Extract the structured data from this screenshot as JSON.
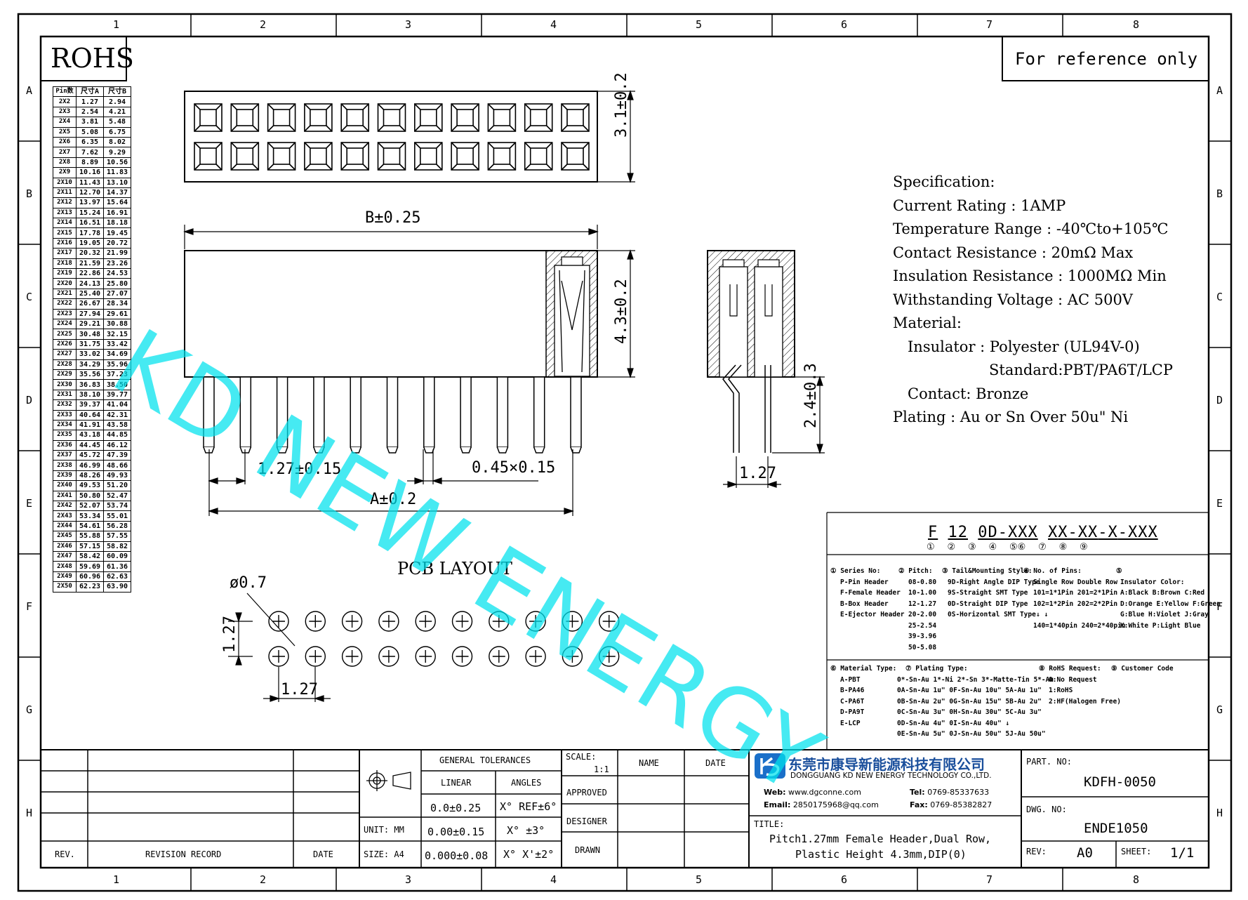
{
  "border": {
    "columns": [
      "1",
      "2",
      "3",
      "4",
      "5",
      "6",
      "7",
      "8"
    ],
    "rows": [
      "A",
      "B",
      "C",
      "D",
      "E",
      "F",
      "G",
      "H"
    ]
  },
  "rohs_label": "ROHS",
  "reference_note": "For reference only",
  "pin_table": {
    "headers": [
      "Pin数",
      "尺寸A",
      "尺寸B"
    ],
    "rows": [
      [
        "2X2",
        "1.27",
        "2.94"
      ],
      [
        "2X3",
        "2.54",
        "4.21"
      ],
      [
        "2X4",
        "3.81",
        "5.48"
      ],
      [
        "2X5",
        "5.08",
        "6.75"
      ],
      [
        "2X6",
        "6.35",
        "8.02"
      ],
      [
        "2X7",
        "7.62",
        "9.29"
      ],
      [
        "2X8",
        "8.89",
        "10.56"
      ],
      [
        "2X9",
        "10.16",
        "11.83"
      ],
      [
        "2X10",
        "11.43",
        "13.10"
      ],
      [
        "2X11",
        "12.70",
        "14.37"
      ],
      [
        "2X12",
        "13.97",
        "15.64"
      ],
      [
        "2X13",
        "15.24",
        "16.91"
      ],
      [
        "2X14",
        "16.51",
        "18.18"
      ],
      [
        "2X15",
        "17.78",
        "19.45"
      ],
      [
        "2X16",
        "19.05",
        "20.72"
      ],
      [
        "2X17",
        "20.32",
        "21.99"
      ],
      [
        "2X18",
        "21.59",
        "23.26"
      ],
      [
        "2X19",
        "22.86",
        "24.53"
      ],
      [
        "2X20",
        "24.13",
        "25.80"
      ],
      [
        "2X21",
        "25.40",
        "27.07"
      ],
      [
        "2X22",
        "26.67",
        "28.34"
      ],
      [
        "2X23",
        "27.94",
        "29.61"
      ],
      [
        "2X24",
        "29.21",
        "30.88"
      ],
      [
        "2X25",
        "30.48",
        "32.15"
      ],
      [
        "2X26",
        "31.75",
        "33.42"
      ],
      [
        "2X27",
        "33.02",
        "34.69"
      ],
      [
        "2X28",
        "34.29",
        "35.96"
      ],
      [
        "2X29",
        "35.56",
        "37.23"
      ],
      [
        "2X30",
        "36.83",
        "38.50"
      ],
      [
        "2X31",
        "38.10",
        "39.77"
      ],
      [
        "2X32",
        "39.37",
        "41.04"
      ],
      [
        "2X33",
        "40.64",
        "42.31"
      ],
      [
        "2X34",
        "41.91",
        "43.58"
      ],
      [
        "2X35",
        "43.18",
        "44.85"
      ],
      [
        "2X36",
        "44.45",
        "46.12"
      ],
      [
        "2X37",
        "45.72",
        "47.39"
      ],
      [
        "2X38",
        "46.99",
        "48.66"
      ],
      [
        "2X39",
        "48.26",
        "49.93"
      ],
      [
        "2X40",
        "49.53",
        "51.20"
      ],
      [
        "2X41",
        "50.80",
        "52.47"
      ],
      [
        "2X42",
        "52.07",
        "53.74"
      ],
      [
        "2X43",
        "53.34",
        "55.01"
      ],
      [
        "2X44",
        "54.61",
        "56.28"
      ],
      [
        "2X45",
        "55.88",
        "57.55"
      ],
      [
        "2X46",
        "57.15",
        "58.82"
      ],
      [
        "2X47",
        "58.42",
        "60.09"
      ],
      [
        "2X48",
        "59.69",
        "61.36"
      ],
      [
        "2X49",
        "60.96",
        "62.63"
      ],
      [
        "2X50",
        "62.23",
        "63.90"
      ]
    ]
  },
  "dimensions": {
    "height_top": "3.1±0.2",
    "width_b": "B±0.25",
    "height_body": "4.3±0.2",
    "pitch": "1.27±0.15",
    "pin_size": "0.45×0.15",
    "width_a": "A±0.2",
    "tail_len": "2.4±0.3",
    "side_pitch": "1.27",
    "pcb_hole": "ø0.7",
    "pcb_row": "1.27",
    "pcb_col": "1.27"
  },
  "pcb_title": "PCB LAYOUT",
  "specification": {
    "lines": [
      "Specification:",
      "Current Rating : 1AMP",
      "Temperature Range : -40℃to+105℃",
      "Contact Resistance : 20mΩ Max",
      "Insulation Resistance : 1000MΩ Min",
      "Withstanding Voltage : AC 500V",
      "Material:",
      "Insulator : Polyester (UL94V-0)",
      "Standard:PBT/PA6T/LCP",
      "Contact: Bronze",
      "Plating : Au or Sn Over 50u\" Ni"
    ]
  },
  "watermark": "KD NEW ENERGY",
  "part_code": {
    "segments": [
      "F",
      "12",
      "0D-XXX",
      "X",
      "X",
      "-XX",
      "-X",
      "-XXX"
    ],
    "markers": [
      "①",
      "②",
      "③",
      "④",
      "⑤",
      "⑥",
      "⑦",
      "⑧",
      "⑨"
    ]
  },
  "legend": {
    "series": [
      "① Series No:",
      "P-Pin Header",
      "F-Female Header",
      "B-Box Header",
      "E-Ejector Header"
    ],
    "pitch": [
      "② Pitch:",
      "08-0.80",
      "10-1.00",
      "12-1.27",
      "20-2.00",
      "25-2.54",
      "39-3.96",
      "50-5.08"
    ],
    "tail": [
      "③ Tail&Mounting Style:",
      "9D-Right Angle DIP Type",
      "9S-Straight SMT Type",
      "0D-Straight DIP Type",
      "0S-Horizontal SMT Type"
    ],
    "pins": [
      "④ No. of Pins:",
      "Single Row  Double Row",
      "101=1*1Pin  201=2*1Pin",
      "102=1*2Pin  202=2*2Pin",
      "↓          ↓",
      "140=1*40pin  240=2*40pin"
    ],
    "color": [
      "⑤",
      "Insulator Color:",
      "A:Black B:Brown C:Red",
      "D:Orange E:Yellow F:Green",
      "G:Blue  H:Violet J:Gray",
      "K:White P:Light Blue"
    ],
    "material": [
      "⑥ Material Type:",
      "A-PBT",
      "B-PA46",
      "C-PA6T",
      "D-PA9T",
      "E-LCP"
    ],
    "plating": [
      "⑦ Plating Type:",
      "0*-Sn-Au 1*-Ni 2*-Sn 3*-Matte-Tin 5*-Au",
      "0A-Sn-Au 1u\" 0F-Sn-Au 10u\"  5A-Au 1u\"",
      "0B-Sn-Au 2u\" 0G-Sn-Au 15u\"  5B-Au 2u\"",
      "0C-Sn-Au 3u\" 0H-Sn-Au 30u\"  5C-Au 3u\"",
      "0D-Sn-Au 4u\" 0I-Sn-Au 40u\"    ↓",
      "0E-Sn-Au 5u\" 0J-Sn-Au 50u\"  5J-Au 50u\""
    ],
    "rohs": [
      "⑧ RoHS Request:",
      "0:No Request",
      "1:RoHS",
      "2:HF(Halogen Free)"
    ],
    "customer": [
      "⑨ Customer Code"
    ]
  },
  "title_block": {
    "general_tolerances": "GENERAL TOLERANCES",
    "linear": "LINEAR",
    "angles": "ANGLES",
    "lin1": "0.0±0.25",
    "lin2": "0.00±0.15",
    "lin3": "0.000±0.08",
    "ang1": "X° REF±6°",
    "ang2": "X° ±3°",
    "ang3": "X° X'±2°",
    "unit": "UNIT: MM",
    "size": "SIZE: A4",
    "scale_label": "SCALE:",
    "scale_value": "1:1",
    "name": "NAME",
    "date": "DATE",
    "approved": "APPROVED",
    "designer": "DESIGNER",
    "drawn": "DRAWN",
    "rev": "REV.",
    "revision_record": "REVISION RECORD",
    "rev_date": "DATE",
    "company_cn": "东莞市康导新能源科技有限公司",
    "company_en": "DONGGUANG KD NEW ENERGY TECHNOLOGY CO.,LTD.",
    "web_label": "Web:",
    "web": "www.dgconne.com",
    "tel_label": "Tel:",
    "tel": "0769-85337633",
    "email_label": "Email:",
    "email": "2850175968@qq.com",
    "fax_label": "Fax:",
    "fax": "0769-85382827",
    "title_label": "TITLE:",
    "title_line1": "Pitch1.27mm Female Header,Dual Row,",
    "title_line2": "Plastic Height 4.3mm,DIP(0)",
    "part_no_label": "PART. NO:",
    "part_no": "KDFH-0050",
    "dwg_no_label": "DWG. NO:",
    "dwg_no": "ENDE1050",
    "rev_label": "REV:",
    "rev_value": "A0",
    "sheet_label": "SHEET:",
    "sheet_value": "1/1"
  }
}
